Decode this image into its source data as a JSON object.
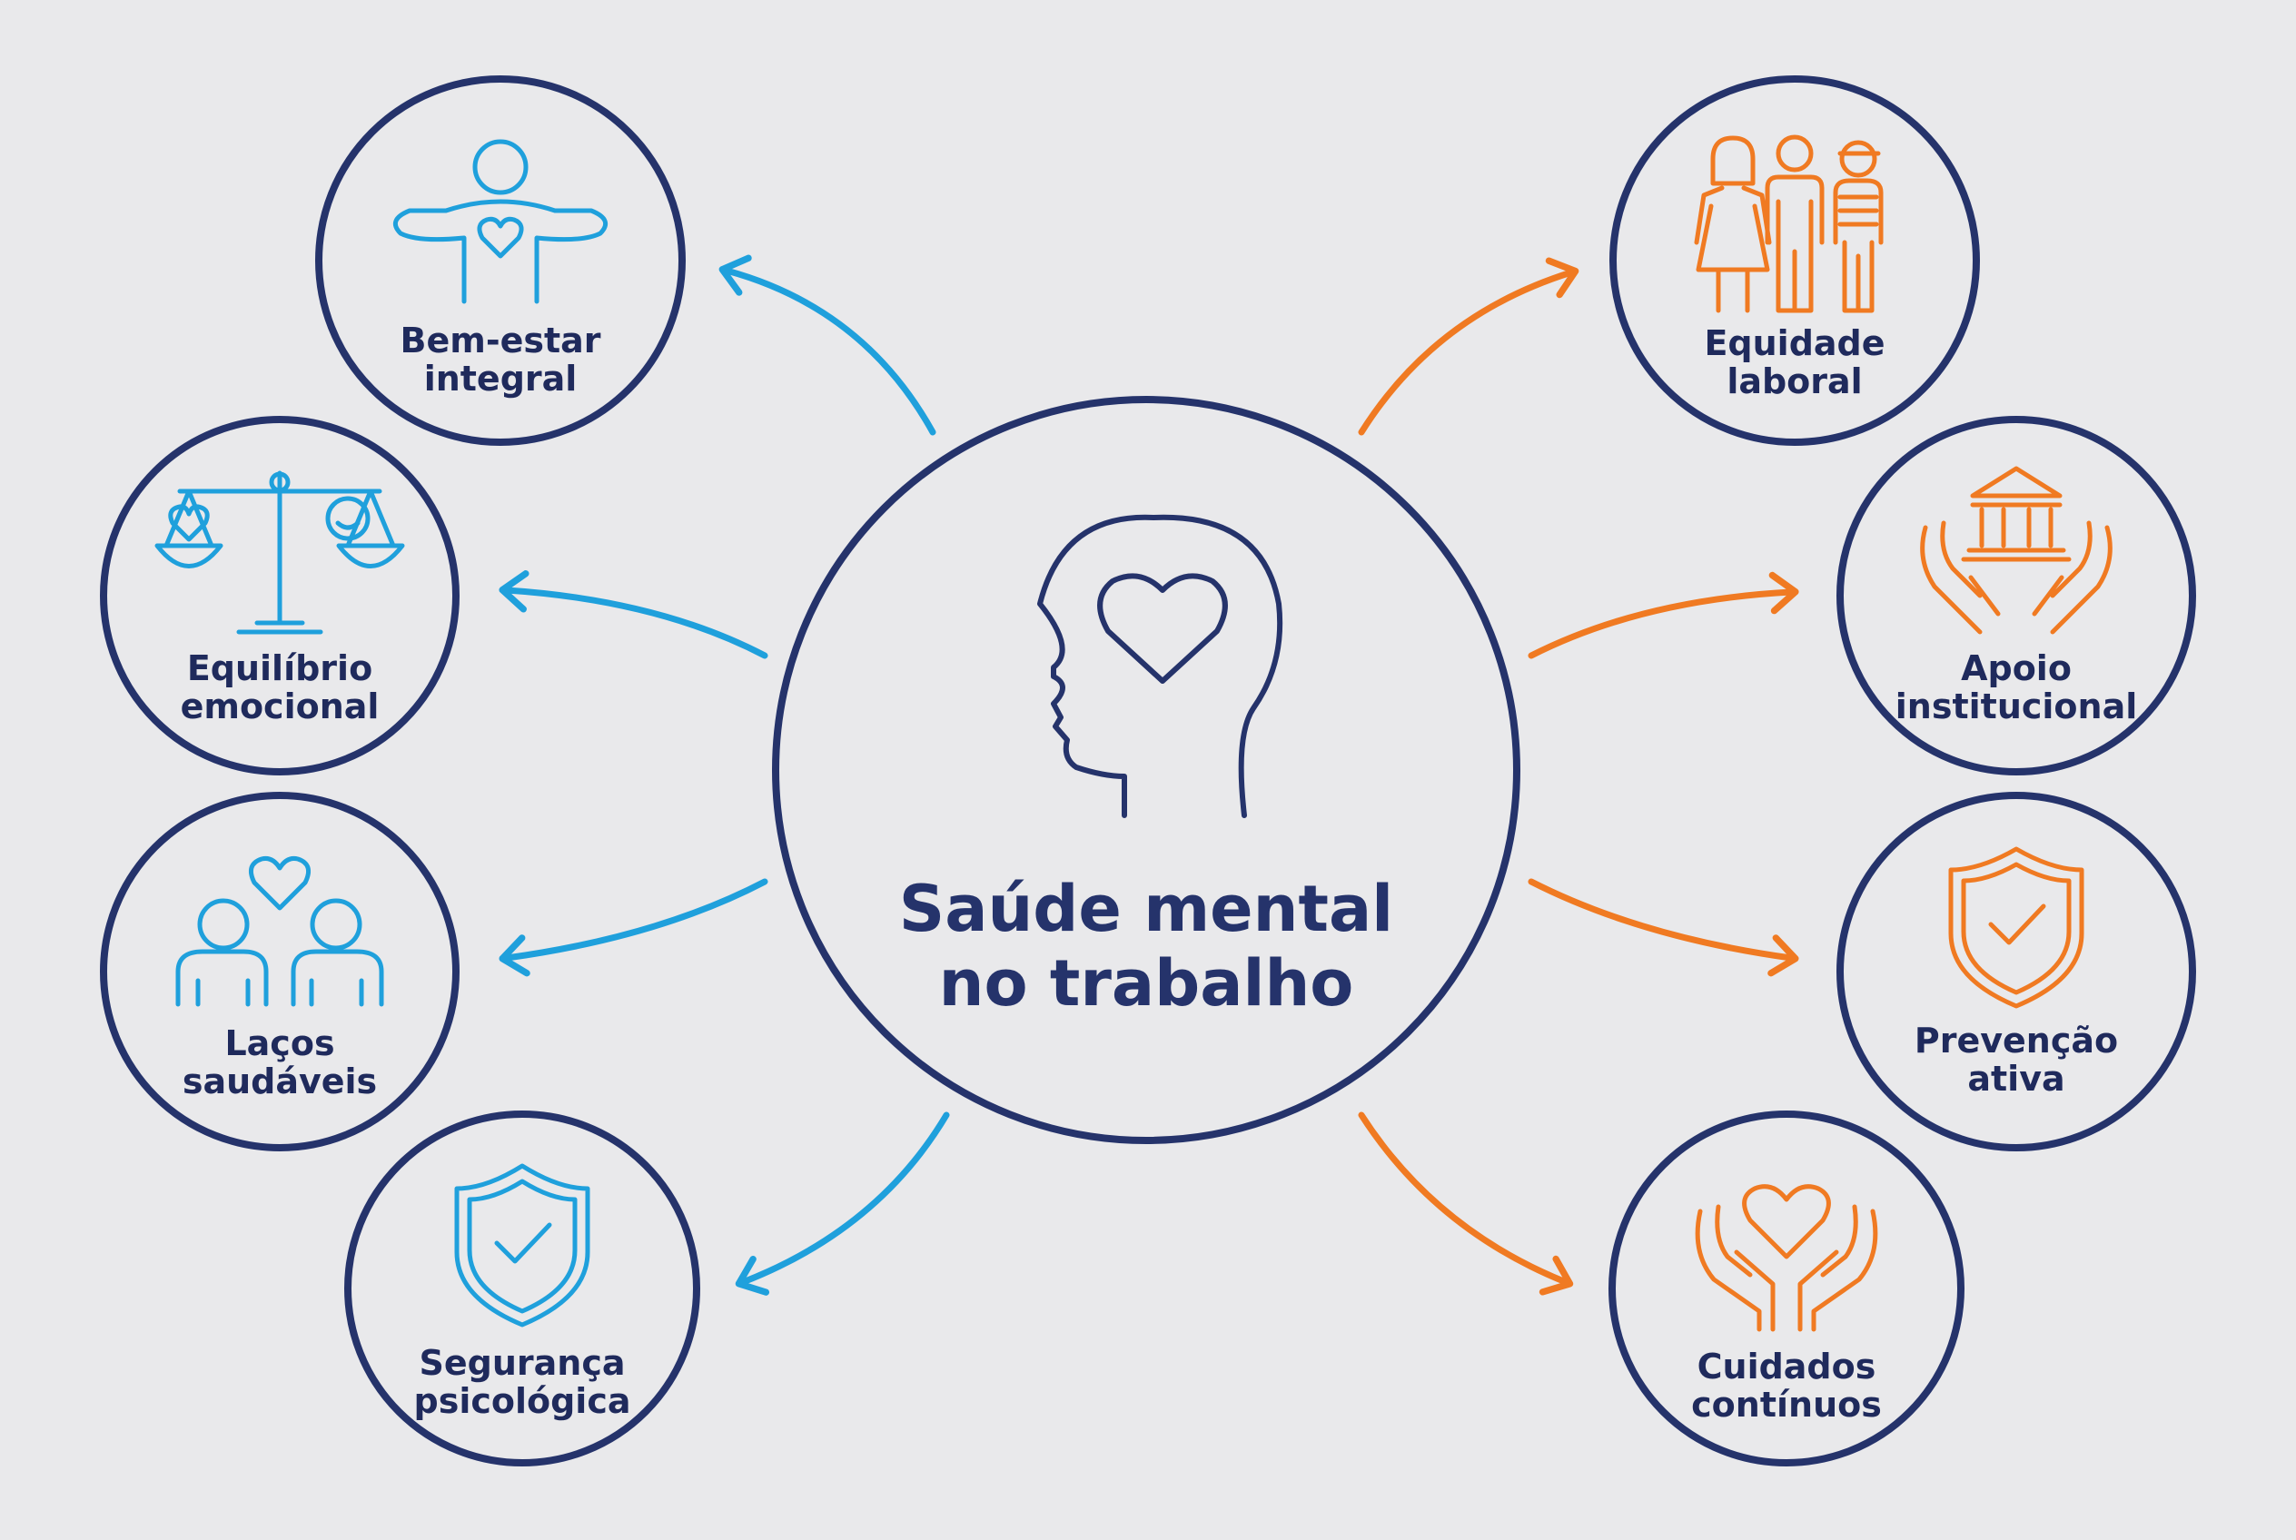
{
  "center": {
    "line1": "Saúde mental",
    "line2": "no trabalho",
    "icon": "head-heart-icon"
  },
  "colors": {
    "navy": "#25336b",
    "blue": "#1fa0dc",
    "orange": "#f07a22",
    "background": "#e9e9eb"
  },
  "left_nodes": [
    {
      "line1": "Bem-estar",
      "line2": "integral",
      "icon": "person-heart-icon"
    },
    {
      "line1": "Equilíbrio",
      "line2": "emocional",
      "icon": "scale-icon"
    },
    {
      "line1": "Laços",
      "line2": "saudáveis",
      "icon": "people-heart-icon"
    },
    {
      "line1": "Segurança",
      "line2": "psicológica",
      "icon": "shield-check-icon"
    }
  ],
  "right_nodes": [
    {
      "line1": "Equidade",
      "line2": "laboral",
      "icon": "three-people-icon"
    },
    {
      "line1": "Apoio",
      "line2": "institucional",
      "icon": "hands-building-icon"
    },
    {
      "line1": "Prevenção",
      "line2": "ativa",
      "icon": "shield-check-icon"
    },
    {
      "line1": "Cuidados",
      "line2": "contínuos",
      "icon": "hands-heart-icon"
    }
  ]
}
